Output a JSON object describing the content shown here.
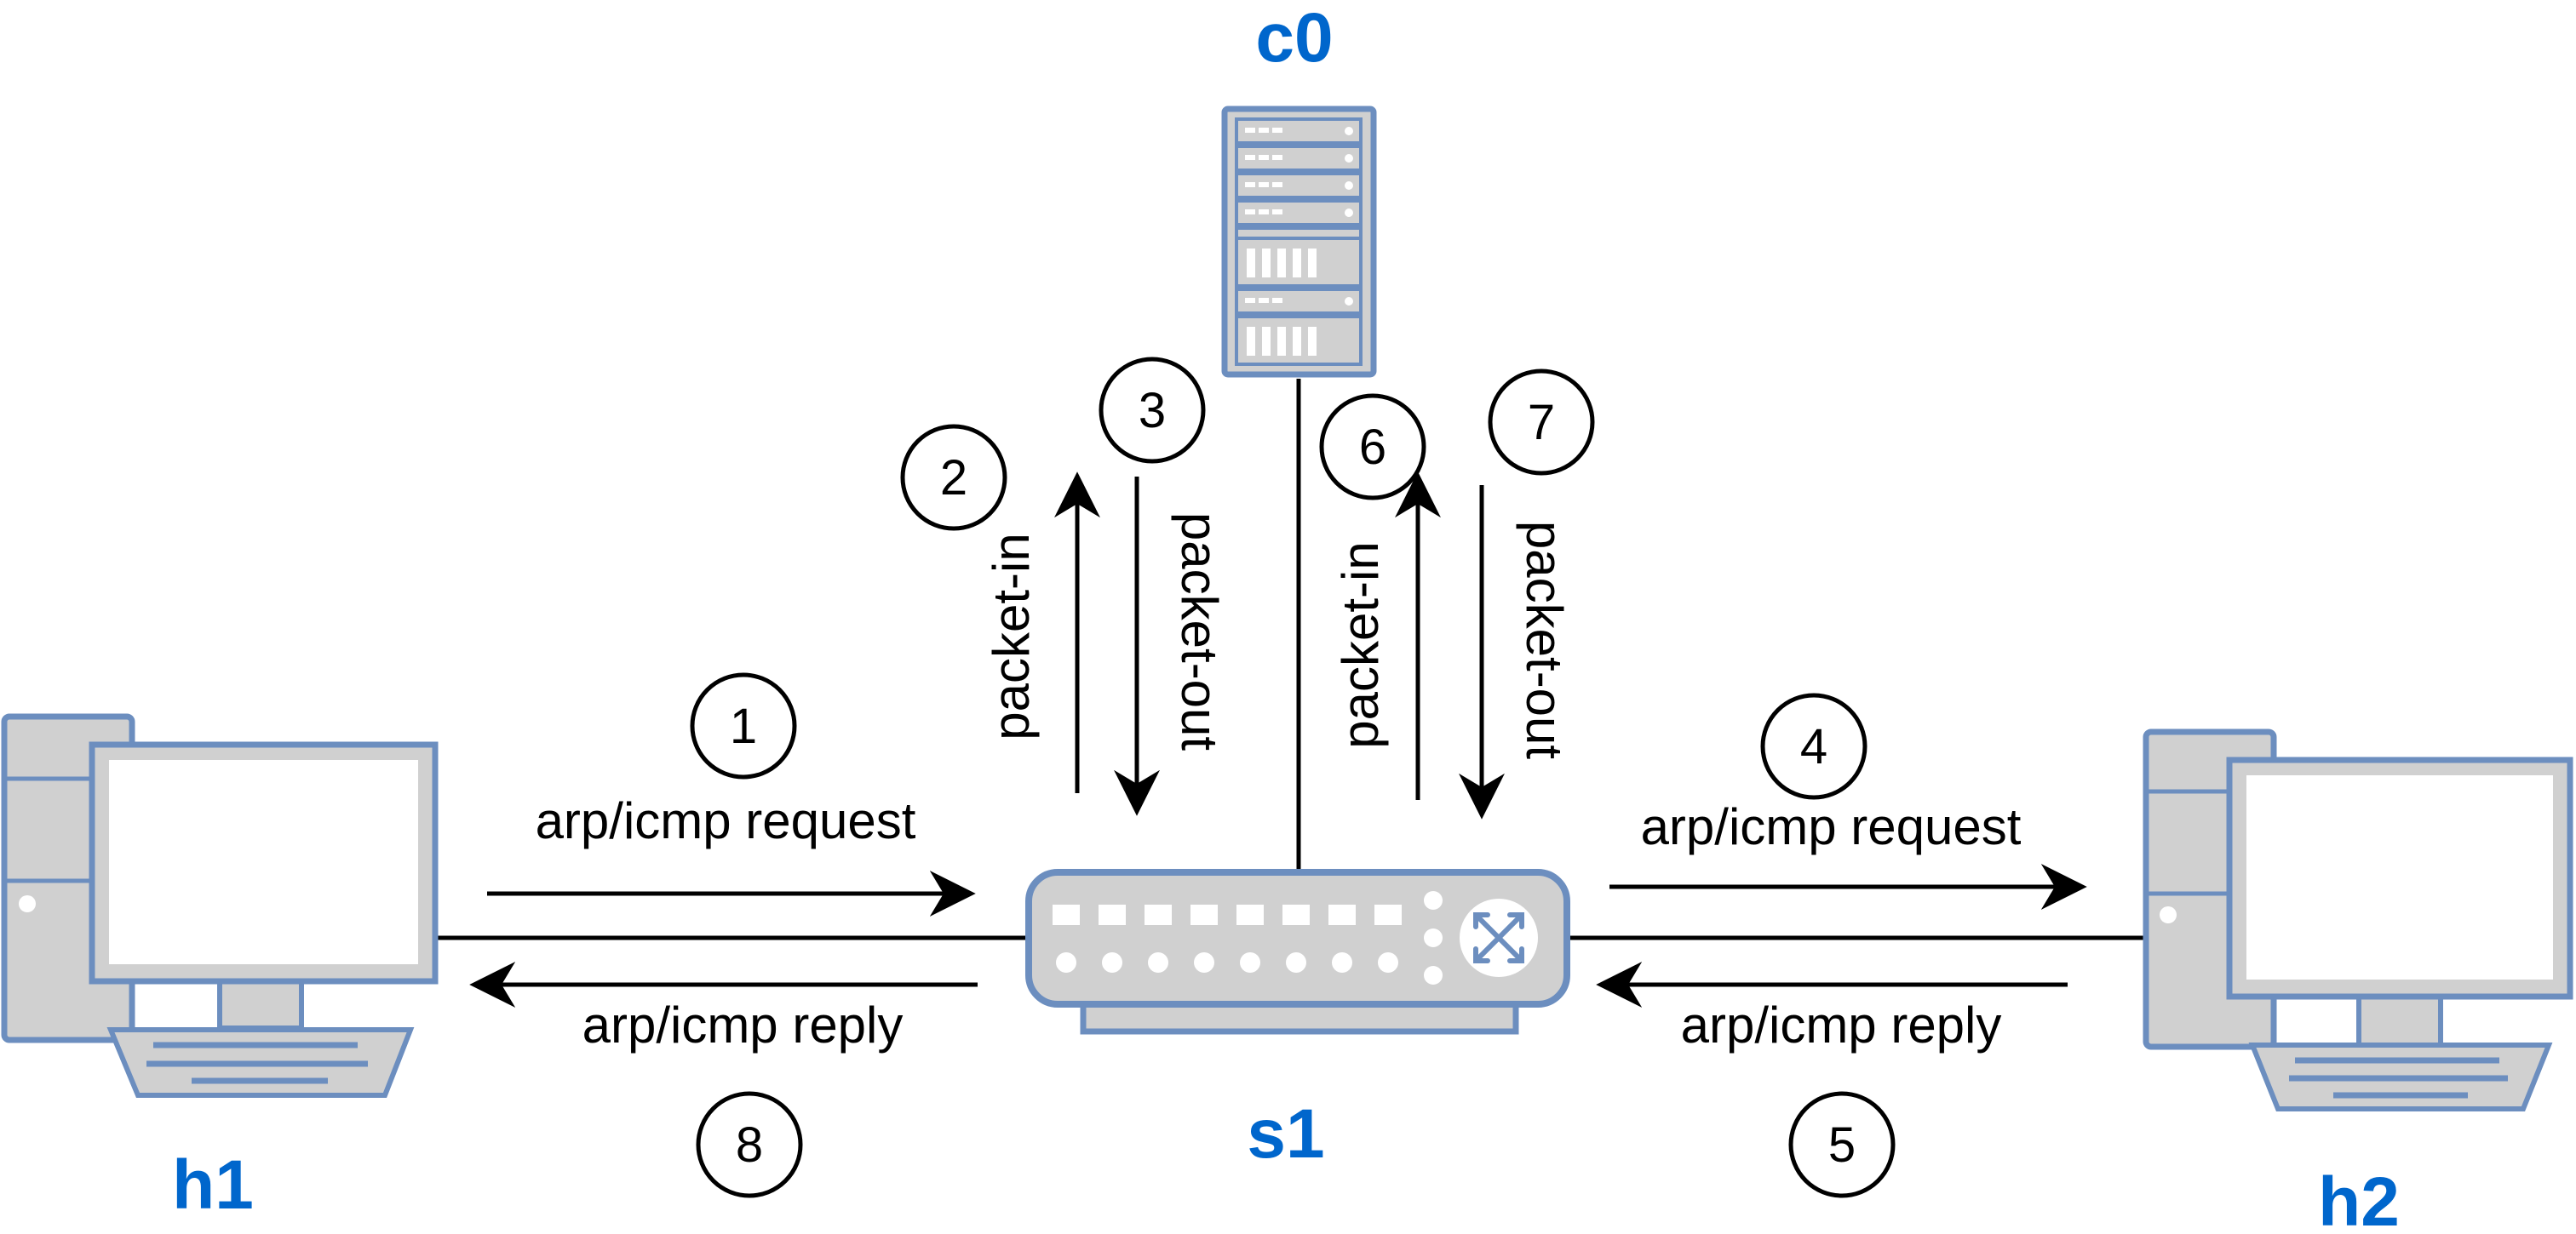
{
  "colors": {
    "accent": "#0066cc",
    "device_fill": "#d0d0d0",
    "device_stroke": "#6c8ebf",
    "line": "#000000"
  },
  "nodes": {
    "controller": {
      "label": "c0",
      "icon": "server-rack-icon"
    },
    "switch": {
      "label": "s1",
      "icon": "network-switch-icon"
    },
    "host_left": {
      "label": "h1",
      "icon": "desktop-computer-icon"
    },
    "host_right": {
      "label": "h2",
      "icon": "desktop-computer-icon"
    }
  },
  "messages": {
    "left_request": "arp/icmp request",
    "left_reply": "arp/icmp reply",
    "right_request": "arp/icmp request",
    "right_reply": "arp/icmp reply",
    "packet_in_1": "packet-in",
    "packet_out_1": "packet-out",
    "packet_in_2": "packet-in",
    "packet_out_2": "packet-out"
  },
  "steps": {
    "s1": "1",
    "s2": "2",
    "s3": "3",
    "s4": "4",
    "s5": "5",
    "s6": "6",
    "s7": "7",
    "s8": "8"
  }
}
